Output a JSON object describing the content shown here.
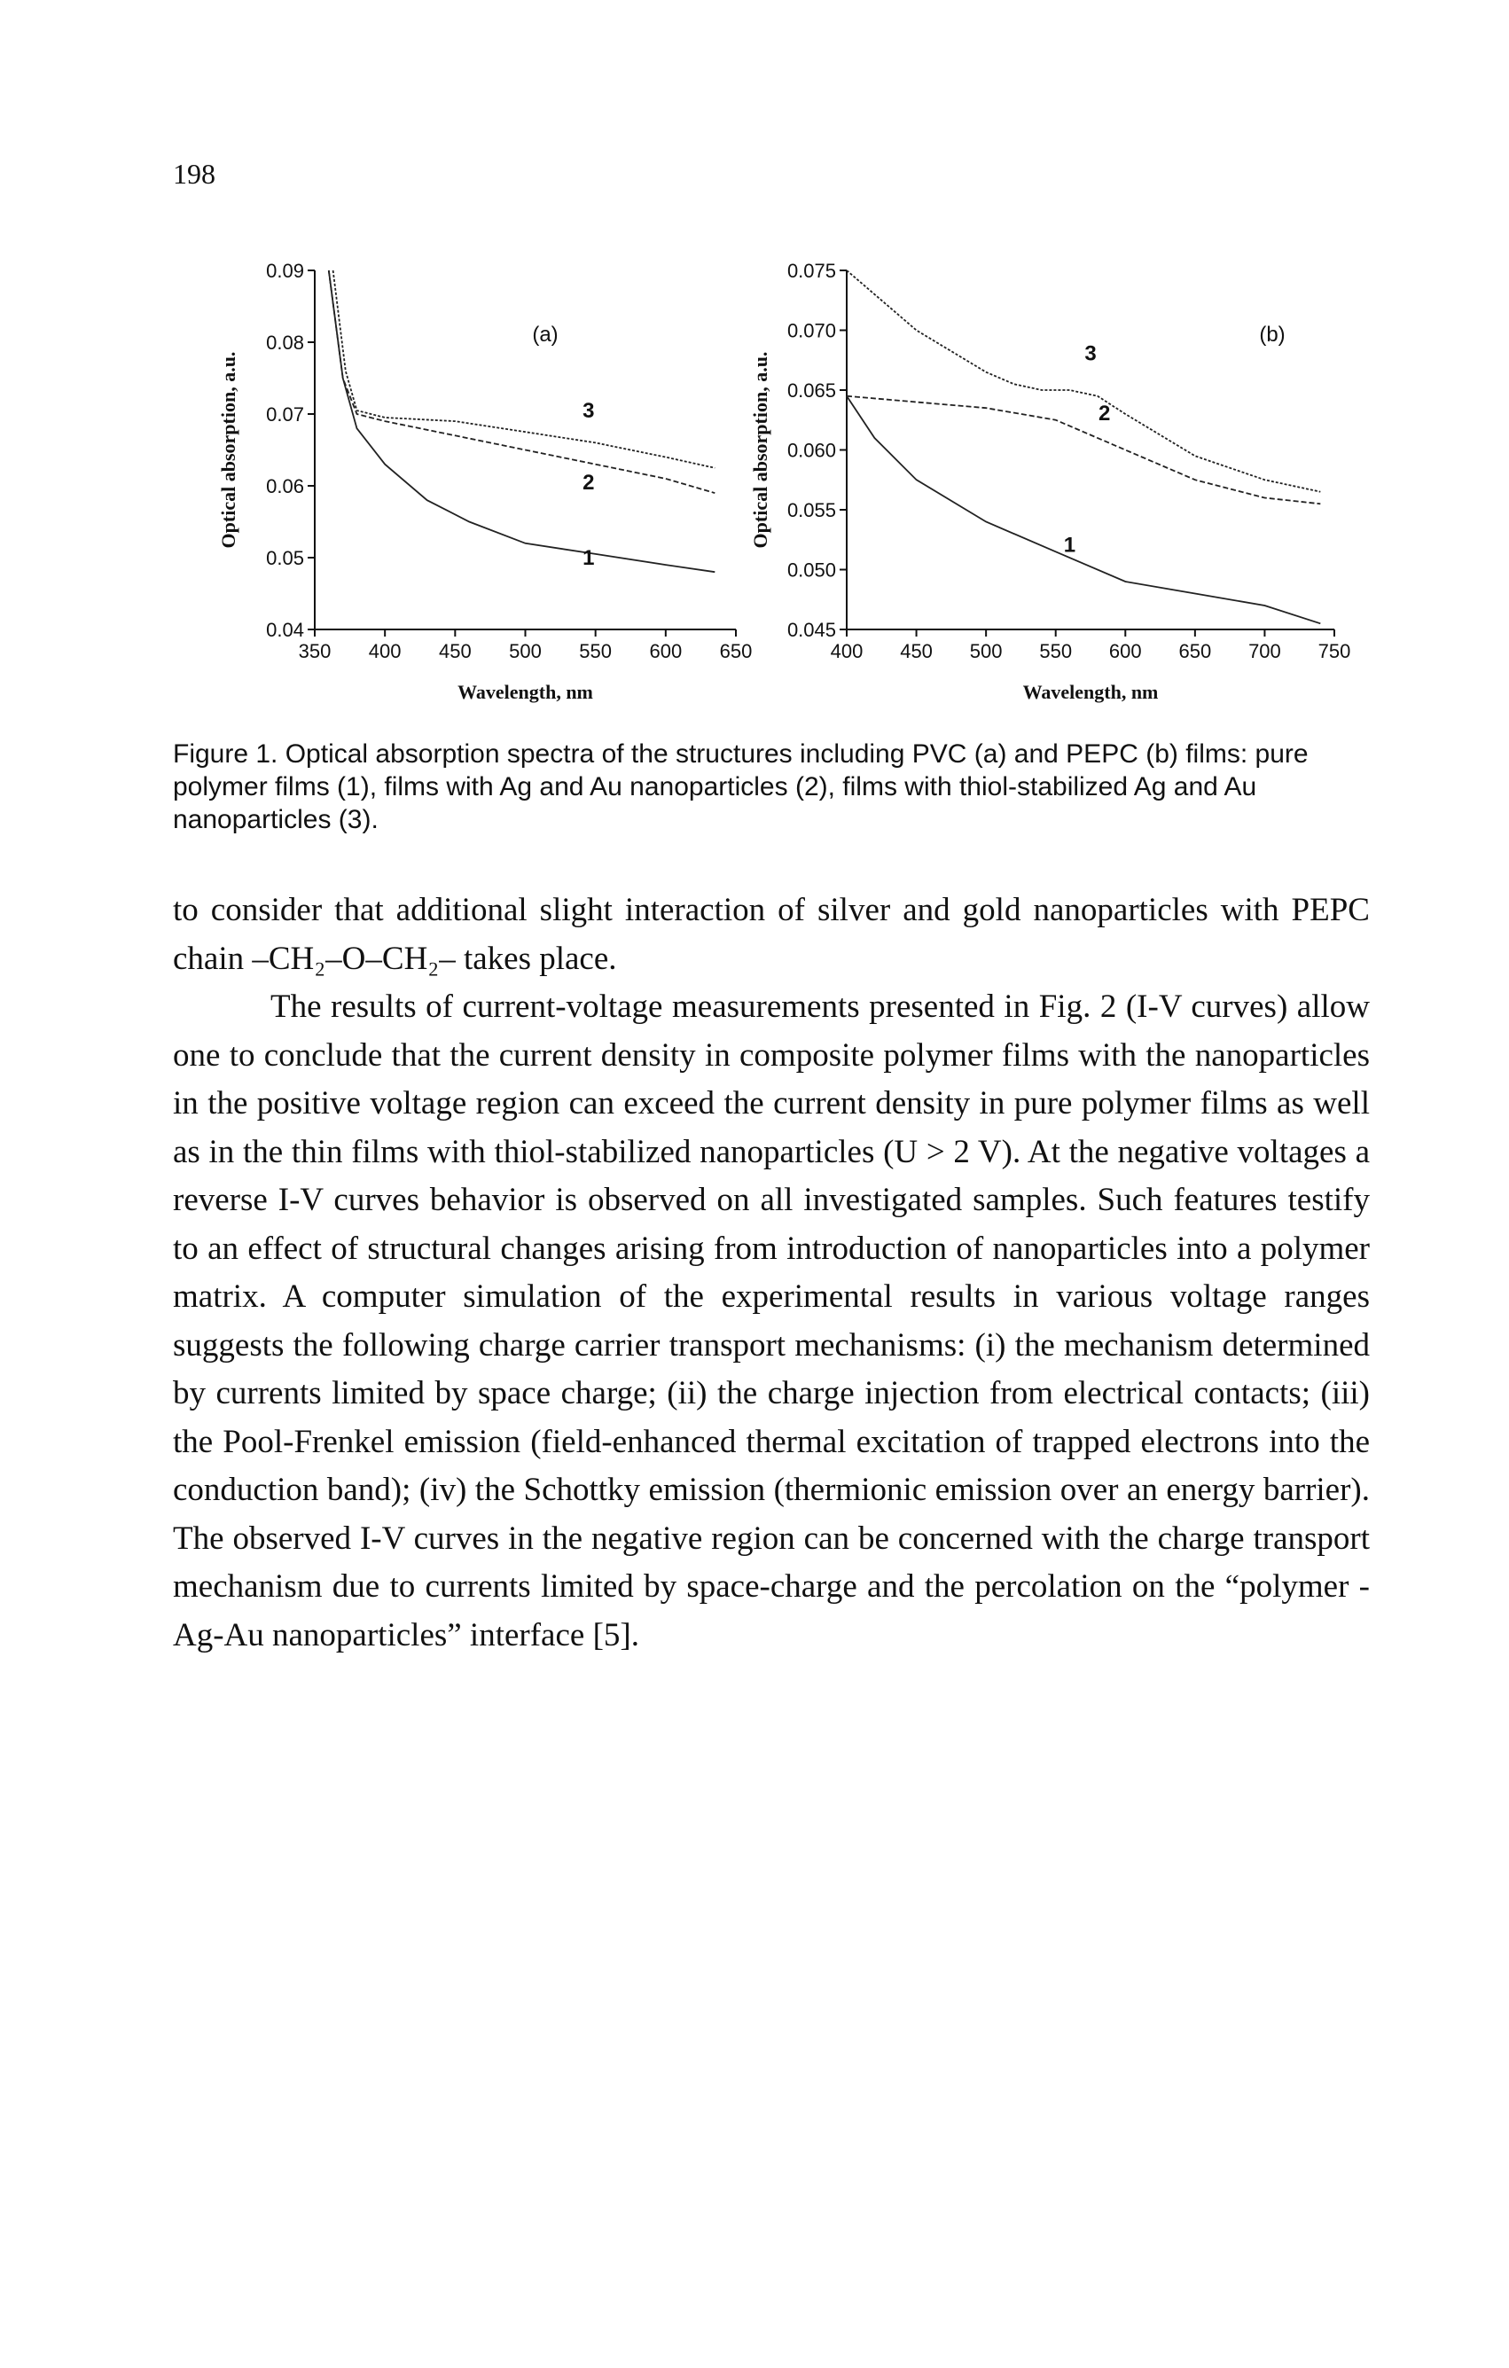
{
  "page": {
    "number": "198"
  },
  "figure": {
    "caption": "Figure 1. Optical absorption spectra of the structures including PVC (a) and PEPC (b) films: pure polymer films (1), films with Ag and Au nanoparticles (2), films with thiol-stabilized Ag and Au nanoparticles (3)."
  },
  "chart_data": [
    {
      "type": "line",
      "panel_label": "(a)",
      "xlabel": "Wavelength, nm",
      "ylabel": "Optical absorption, a.u.",
      "xlim": [
        350,
        650
      ],
      "ylim": [
        0.04,
        0.09
      ],
      "xticks": [
        "350",
        "400",
        "450",
        "500",
        "550",
        "600",
        "650"
      ],
      "yticks": [
        "0.04",
        "0.05",
        "0.06",
        "0.07",
        "0.08",
        "0.09"
      ],
      "series": [
        {
          "name": "1",
          "x": [
            360,
            370,
            380,
            400,
            430,
            460,
            500,
            550,
            600,
            635
          ],
          "y": [
            0.09,
            0.075,
            0.068,
            0.063,
            0.058,
            0.055,
            0.052,
            0.0505,
            0.049,
            0.048
          ]
        },
        {
          "name": "2",
          "x": [
            360,
            370,
            380,
            400,
            450,
            500,
            550,
            600,
            635
          ],
          "y": [
            0.09,
            0.075,
            0.07,
            0.069,
            0.067,
            0.065,
            0.063,
            0.061,
            0.059
          ]
        },
        {
          "name": "3",
          "x": [
            363,
            372,
            380,
            400,
            450,
            500,
            550,
            600,
            635
          ],
          "y": [
            0.09,
            0.076,
            0.0705,
            0.0695,
            0.069,
            0.0675,
            0.066,
            0.064,
            0.0625
          ]
        }
      ],
      "curve_labels": [
        {
          "text": "3",
          "x": 545,
          "y": 0.0695
        },
        {
          "text": "2",
          "x": 545,
          "y": 0.0595
        },
        {
          "text": "1",
          "x": 545,
          "y": 0.049
        }
      ],
      "legend": "none",
      "grid": false
    },
    {
      "type": "line",
      "panel_label": "(b)",
      "xlabel": "Wavelength, nm",
      "ylabel": "Optical absorption, a.u.",
      "xlim": [
        400,
        750
      ],
      "ylim": [
        0.045,
        0.075
      ],
      "xticks": [
        "400",
        "450",
        "500",
        "550",
        "600",
        "650",
        "700",
        "750"
      ],
      "yticks": [
        "0.045",
        "0.050",
        "0.055",
        "0.060",
        "0.065",
        "0.070",
        "0.075"
      ],
      "series": [
        {
          "name": "1",
          "x": [
            400,
            420,
            450,
            500,
            550,
            600,
            650,
            700,
            740
          ],
          "y": [
            0.0645,
            0.061,
            0.0575,
            0.054,
            0.0515,
            0.049,
            0.048,
            0.047,
            0.0455
          ]
        },
        {
          "name": "2",
          "x": [
            400,
            450,
            500,
            550,
            600,
            650,
            700,
            740
          ],
          "y": [
            0.0645,
            0.064,
            0.0635,
            0.0625,
            0.06,
            0.0575,
            0.056,
            0.0555
          ]
        },
        {
          "name": "3",
          "x": [
            400,
            450,
            500,
            520,
            540,
            560,
            580,
            600,
            650,
            700,
            740
          ],
          "y": [
            0.075,
            0.07,
            0.0665,
            0.0655,
            0.065,
            0.065,
            0.0645,
            0.063,
            0.0595,
            0.0575,
            0.0565
          ]
        }
      ],
      "curve_labels": [
        {
          "text": "3",
          "x": 575,
          "y": 0.0675
        },
        {
          "text": "2",
          "x": 585,
          "y": 0.0625
        },
        {
          "text": "1",
          "x": 560,
          "y": 0.0515
        }
      ],
      "legend": "none",
      "grid": false
    }
  ],
  "body": {
    "paragraph_1": "to consider that additional slight interaction of silver and gold nanoparticles with PEPC chain –CH₂–O–CH₂– takes place.",
    "paragraph_2": "The results of current-voltage measurements presented in Fig. 2 (I-V curves) allow one to conclude that the current density in composite polymer films with the nanoparticles in the positive voltage region can exceed the current density in pure polymer films as well as in the thin films with thiol-stabilized nanoparticles (U > 2 V). At the negative voltages a reverse I-V curves behavior is observed on all investigated samples. Such features testify to an effect of structural changes arising from introduction of nanoparticles into a polymer matrix. A computer simulation of the experimental results in various voltage ranges suggests the following charge carrier transport mechanisms: (i) the mechanism determined by currents limited by space charge; (ii) the charge injection from electrical contacts; (iii) the Pool-Frenkel emission (field-enhanced thermal excitation of trapped electrons into the conduction band); (iv) the Schottky emission (thermionic emission over an energy barrier). The observed I-V curves in the negative region can be concerned with the charge transport mechanism due to currents limited by space-charge and the percolation on the “polymer - Ag-Au nanoparticles” interface [5]."
  }
}
